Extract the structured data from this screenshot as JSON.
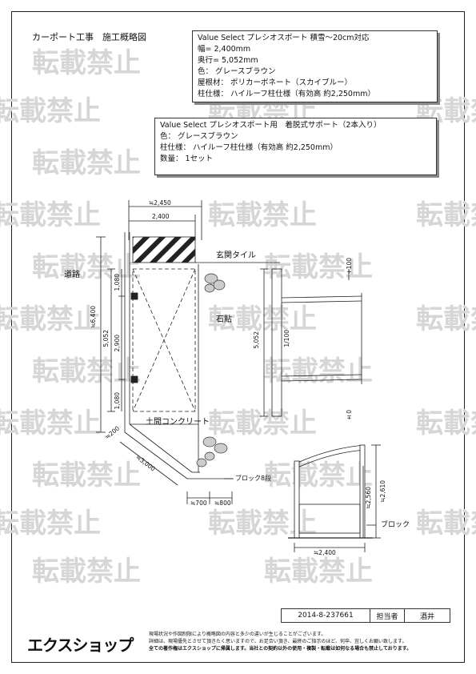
{
  "title": "カーポート工事　施工概略図",
  "spec1": {
    "lines": [
      "Value Select プレシオスポート 積雪～20cm対応",
      "幅= 2,400mm",
      "奥行= 5,052mm",
      "色： グレースブラウン",
      "屋根材： ポリカーボネート（スカイブルー）",
      "柱仕様： ハイルーフ柱仕様（有効高 約2,250mm）"
    ]
  },
  "spec2": {
    "lines": [
      "Value Select プレシオスポート用　着脱式サポート（2本入り）",
      "色： グレースブラウン",
      "柱仕様： ハイルーフ柱仕様（有効高 約2,250mm）",
      "数量： 1セット"
    ]
  },
  "watermark": "転載禁止",
  "plan": {
    "road": "道路",
    "entrance_tile": "玄関タイル",
    "stone": "石貼",
    "earth_concrete": "土間コンクリート",
    "block_8": "ブロック8段",
    "dim_top_outer": "≒2,450",
    "dim_top_inner": "2,400",
    "dim_left_total": "≒6,400",
    "dim_depth": "5,052",
    "dim_1080_top": "1,080",
    "dim_2900": "2,900",
    "dim_1080_bottom": "1,080",
    "dim_200": "≒200",
    "dim_3000": "≒3,000",
    "dim_700": "≒700",
    "dim_800": "≒800"
  },
  "side": {
    "dim_100": "+100",
    "dim_5052": "5,052",
    "slope": "1/100",
    "dim_zero": "±0"
  },
  "elevation": {
    "dim_2610": "≒2,610",
    "dim_2560": "≒2,560",
    "block": "ブロック",
    "dim_width": "≒2,400"
  },
  "footer": {
    "number": "2014-8-237661",
    "person_label": "担当者",
    "person": "酒井"
  },
  "logo": "エクスショップ",
  "notes": [
    "現場状況や作図制限により概略図の内容と多少の違いが生じることがございます。",
    "詳細は、現場優先とさせて頂きたく思いますので、お足合い頂き、最終のご指示のほど、何卒、宜しくお願い致します。",
    "全ての著作権はエクスショップに帰属します。当社との契約以外の使用・複製・転載は如何なる場合も禁止しております。"
  ]
}
